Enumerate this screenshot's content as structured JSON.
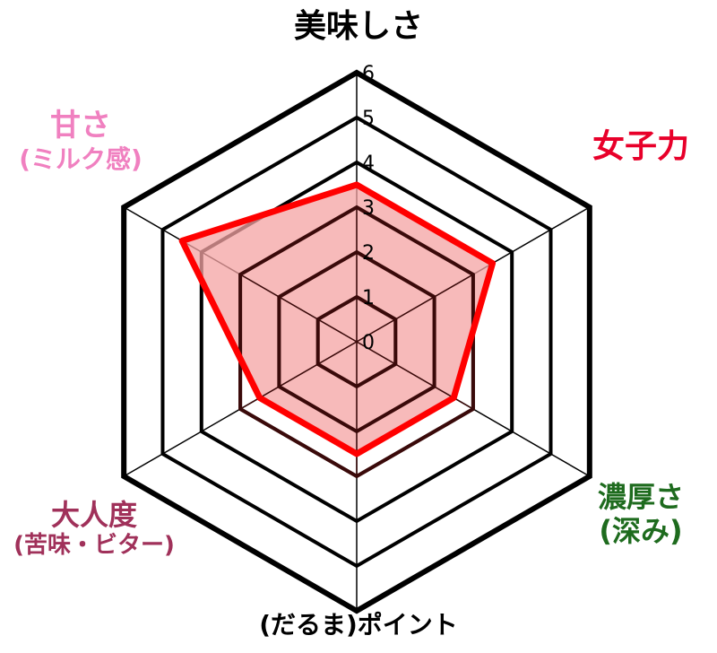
{
  "chart_data": {
    "type": "radar",
    "axes": [
      {
        "main": "美味しさ",
        "sub": "",
        "color": "#000000"
      },
      {
        "main": "女子力",
        "sub": "",
        "color": "#e8002a"
      },
      {
        "main": "濃厚さ",
        "sub": "(深み)",
        "color": "#1e6b1e"
      },
      {
        "main": "(だるま)ポイント",
        "sub": "",
        "color": "#000000"
      },
      {
        "main": "大人度",
        "sub": "(苦味・ビター)",
        "color": "#a0315a"
      },
      {
        "main": "甘さ",
        "sub": "(ミルク感)",
        "color": "#f080c0"
      }
    ],
    "values": [
      3.5,
      3.5,
      2.5,
      2.5,
      2.5,
      4.5
    ],
    "ticks": [
      "0",
      "1",
      "2",
      "3",
      "4",
      "5",
      "6"
    ],
    "rmax": 6,
    "series_color": "#ff0000",
    "fill_color": "#f4a3a3"
  }
}
